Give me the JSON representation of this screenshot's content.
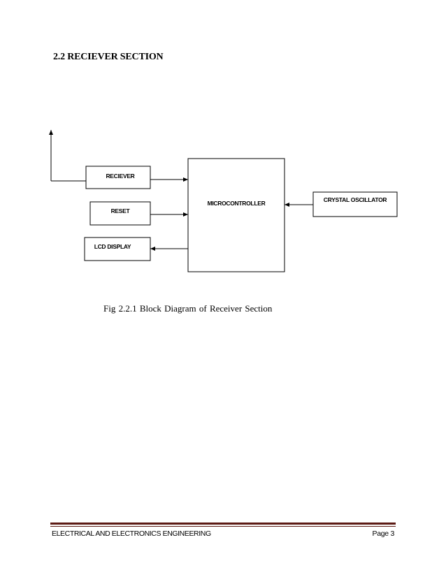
{
  "section": {
    "heading": "2.2 RECIEVER SECTION"
  },
  "diagram": {
    "blocks": {
      "receiver": "RECIEVER",
      "reset": "RESET",
      "lcd": "LCD DISPLAY",
      "microcontroller": "MICROCONTROLLER",
      "crystal": "CRYSTAL OSCILLATOR"
    }
  },
  "figure": {
    "caption": "Fig 2.2.1 Block Diagram of Receiver Section"
  },
  "footer": {
    "department": "ELECTRICAL AND ELECTRONICS ENGINEERING",
    "page": "Page 3"
  }
}
